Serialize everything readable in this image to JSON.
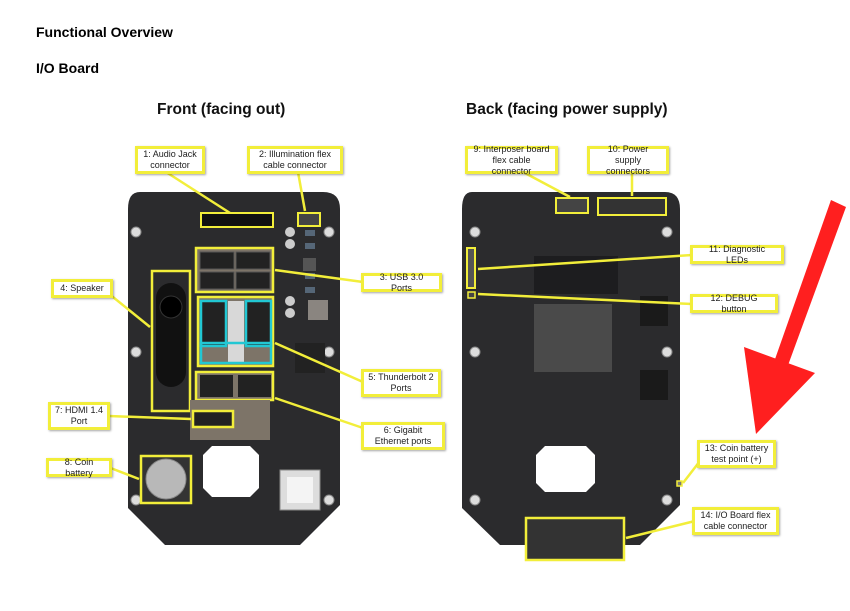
{
  "document": {
    "heading": "Functional Overview",
    "section": "I/O Board"
  },
  "figures": {
    "front": {
      "title": "Front (facing out)",
      "callouts": [
        {
          "id": 1,
          "label": "1: Audio Jack connector"
        },
        {
          "id": 2,
          "label": "2: Illumination flex cable connector"
        },
        {
          "id": 3,
          "label": "3: USB 3.0 Ports"
        },
        {
          "id": 4,
          "label": "4: Speaker"
        },
        {
          "id": 5,
          "label": "5: Thunderbolt 2 Ports"
        },
        {
          "id": 6,
          "label": "6: Gigabit Ethernet ports"
        },
        {
          "id": 7,
          "label": "7: HDMI 1.4 Port"
        },
        {
          "id": 8,
          "label": "8: Coin battery"
        }
      ]
    },
    "back": {
      "title": "Back (facing power supply)",
      "callouts": [
        {
          "id": 9,
          "label": "9: Interposer board flex cable connector"
        },
        {
          "id": 10,
          "label": "10: Power supply connectors"
        },
        {
          "id": 11,
          "label": "11: Diagnostic LEDs"
        },
        {
          "id": 12,
          "label": "12: DEBUG button"
        },
        {
          "id": 13,
          "label": "13: Coin battery test point (+)"
        },
        {
          "id": 14,
          "label": "14: I/O Board flex cable connector"
        }
      ]
    }
  },
  "colors": {
    "callout_border": "#f2ee3a",
    "thunderbolt_highlight": "#22c7d3",
    "pointer_arrow": "#ff1f1f",
    "board": "#2b2b2d"
  }
}
